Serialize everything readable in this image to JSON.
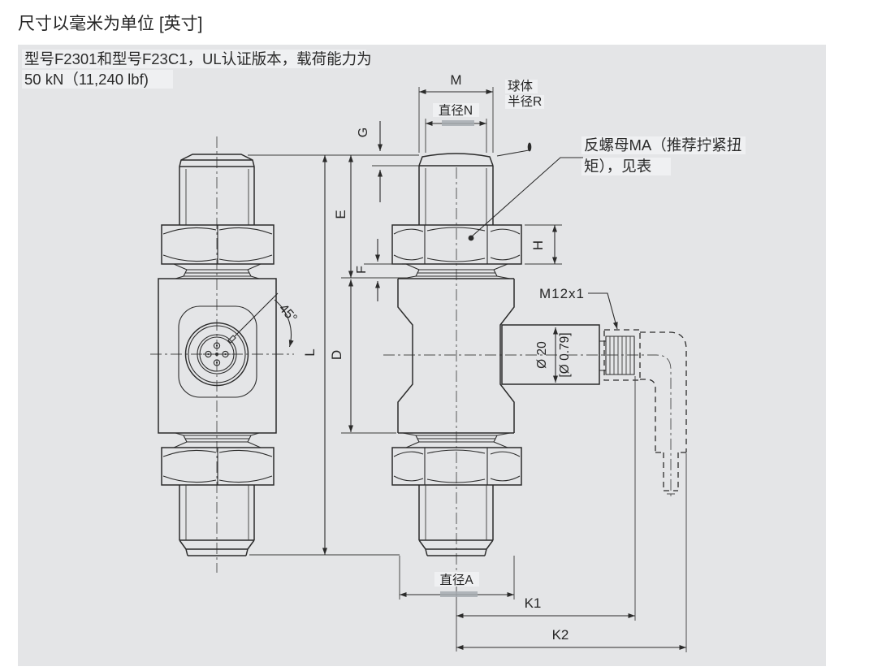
{
  "header": {
    "title": "尺寸以毫米为单位 [英寸]"
  },
  "note": {
    "line1": "型号F2301和型号F23C1，UL认证版本，载荷能力为",
    "line2": "50 kN（11,240 lbf)"
  },
  "annotations": {
    "ball_radius_line1": "球体",
    "ball_radius_line2": "半径R",
    "locknut_line1": "反螺母MA（推荐拧紧扭",
    "locknut_line2": "矩），见表",
    "connector_thread": "M12x1",
    "angle": "45°"
  },
  "dimensions": {
    "m": "M",
    "n": "直径N",
    "g": "G",
    "e": "E",
    "f": "F",
    "h": "H",
    "d": "D",
    "l": "L",
    "housing_dia_mm": "Ø 20",
    "housing_dia_in": "[Ø 0.79]",
    "a": "直径A",
    "k1": "K1",
    "k2": "K2"
  },
  "colors": {
    "panel": "#e4e5e7",
    "line": "#2b2b2b",
    "highlight": "#eff0f2",
    "page": "#ffffff"
  }
}
